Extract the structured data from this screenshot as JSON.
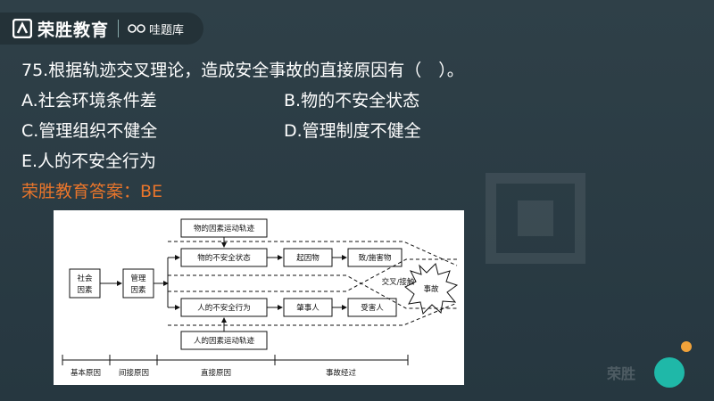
{
  "logo": {
    "brand": "荣胜教育",
    "sub": "哇题库"
  },
  "question": {
    "stem": "75.根据轨迹交叉理论，造成安全事故的直接原因有（　）。",
    "options": {
      "a": "A.社会环境条件差",
      "b": "B.物的不安全状态",
      "c": "C.管理组织不健全",
      "d": "D.管理制度不健全",
      "e": "E.人的不安全行为"
    },
    "answer": "荣胜教育答案：BE"
  },
  "diagram": {
    "social": [
      "社会",
      "因素"
    ],
    "management": [
      "管理",
      "因素"
    ],
    "thing_trajectory": "物的因素运动轨迹",
    "unsafe_state": "物的不安全状态",
    "origin_object": "起因物",
    "harmful_object": "致/施害物",
    "cross": "交叉/接触",
    "accident": "事故",
    "unsafe_act": "人的不安全行为",
    "perpetrator": "肇事人",
    "victim": "受害人",
    "human_trajectory": "人的因素运动轨迹",
    "phases": [
      "基本原因",
      "间接原因",
      "直接原因",
      "事故经过"
    ]
  },
  "corner_watermark": "荣胜",
  "colors": {
    "answer": "#e8752b",
    "background": "#2a3a42",
    "accent_teal": "#1fb8a8",
    "accent_orange": "#f0a23a"
  }
}
